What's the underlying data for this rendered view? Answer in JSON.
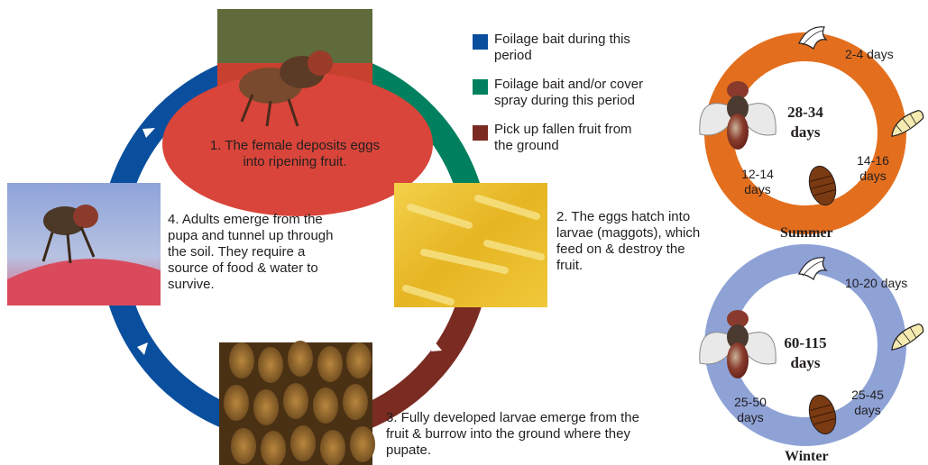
{
  "legend": [
    {
      "color": "#0a4f9e",
      "text": "Foilage bait during this period"
    },
    {
      "color": "#00805e",
      "text": "Foilage bait and/or cover spray during this period"
    },
    {
      "color": "#7a2b22",
      "text": "Pick up fallen fruit from the ground"
    }
  ],
  "stages": {
    "s1": "1. The female deposits eggs into ripening fruit.",
    "s2": "2. The eggs hatch into larvae (maggots), which feed on & destroy the fruit.",
    "s3": "3. Fully developed larvae emerge from the fruit & burrow into the ground where they pupate.",
    "s4": "4. Adults emerge from the pupa and tunnel up through the soil. They require a source of food & water to survive."
  },
  "summer": {
    "label": "Summer",
    "ring_color": "#e36f1e",
    "total_line1": "28-34",
    "total_line2": "days",
    "eggs": "2-4 days",
    "larvae_line1": "14-16",
    "larvae_line2": "days",
    "pupae_line1": "12-14",
    "pupae_line2": "days"
  },
  "winter": {
    "label": "Winter",
    "ring_color": "#8ea2d6",
    "total_line1": "60-115",
    "total_line2": "days",
    "eggs": "10-20 days",
    "larvae_line1": "25-45",
    "larvae_line2": "days",
    "pupae_line1": "25-50",
    "pupae_line2": "days"
  },
  "colors": {
    "blue": "#0a4f9e",
    "green": "#00805e",
    "maroon": "#7a2b22"
  }
}
